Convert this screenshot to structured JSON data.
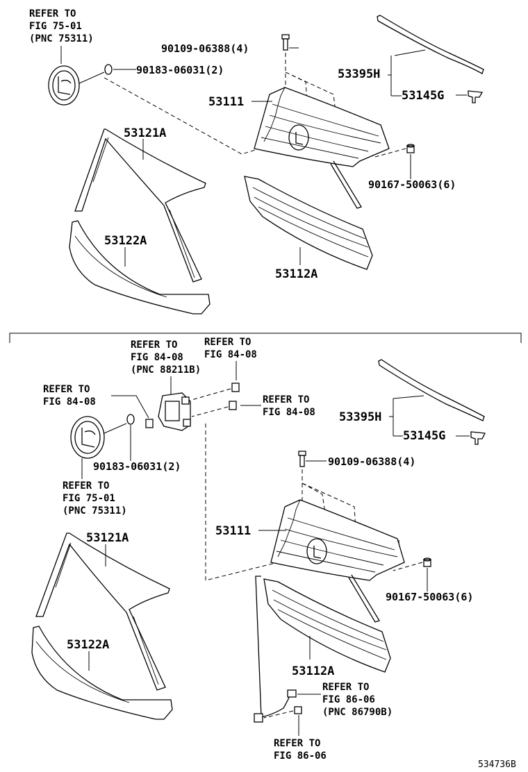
{
  "top": {
    "emblem_ref": [
      "REFER TO",
      "FIG 75-01",
      "(PNC 75311)"
    ],
    "screw_label": "90109-06388(4)",
    "washer_label": "90183-06031(2)",
    "molding_label": "53395H",
    "clip_label": "53145G",
    "grille_label": "53111",
    "panel_label": "53121A",
    "nut_label": "90167-50063(6)",
    "lower_panel_label": "53122A",
    "lower_grille_label": "53112A"
  },
  "bottom": {
    "sensor_ref_left": [
      "REFER TO",
      "FIG 84-08",
      "(PNC 88211B)"
    ],
    "sensor_ref_right": [
      "REFER TO",
      "FIG 84-08"
    ],
    "nut_ref_left": [
      "REFER TO",
      "FIG 84-08"
    ],
    "bolt_ref_right": [
      "REFER TO",
      "FIG 84-08"
    ],
    "washer_label": "90183-06031(2)",
    "emblem_ref": [
      "REFER TO",
      "FIG 75-01",
      "(PNC 75311)"
    ],
    "molding_label": "53395H",
    "clip_label": "53145G",
    "screw_label": "90109-06388(4)",
    "grille_label": "53111",
    "panel_label": "53121A",
    "nut_label": "90167-50063(6)",
    "lower_panel_label": "53122A",
    "lower_grille_label": "53112A",
    "camera_ref": [
      "REFER TO",
      "FIG 86-06",
      "(PNC 86790B)"
    ],
    "bracket_ref": [
      "REFER TO",
      "FIG 86-06"
    ]
  },
  "footer": {
    "figure_id": "534736B"
  }
}
